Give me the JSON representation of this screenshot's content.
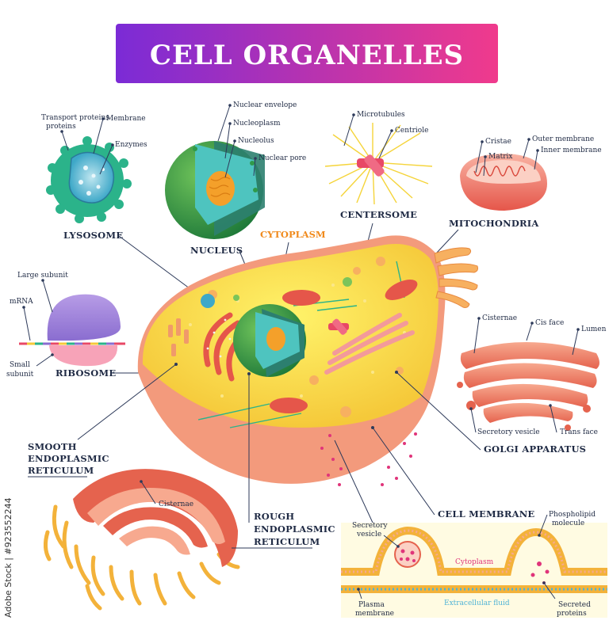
{
  "title": "CELL ORGANELLES",
  "credit": "Adobe Stock | #923552244",
  "colors": {
    "title_left": "#7b2bd6",
    "title_right": "#f03a8c",
    "label": "#1f2a44",
    "cytoplasm_label": "#f08a1c",
    "cell_body": "#f7d64a",
    "cell_membrane": "#f08a62",
    "nucleus_outer": "#2f9a4a",
    "nucleus_inner": "#3fb9b0",
    "extracellular_fluid_label": "#4fb3d6",
    "membrane_cytoplasm_label": "#e0347a"
  },
  "labels": {
    "lysosome": {
      "name": "LYSOSOME",
      "parts": [
        "Transport proteins",
        "Membrane",
        "Enzymes"
      ]
    },
    "nucleus": {
      "name": "NUCLEUS",
      "parts": [
        "Nuclear envelope",
        "Nucleoplasm",
        "Nucleolus",
        "Nuclear pore"
      ]
    },
    "cytoplasm": "CYTOPLASM",
    "centersome": {
      "name": "CENTERSOME",
      "parts": [
        "Microtubules",
        "Centriole"
      ]
    },
    "mitochondria": {
      "name": "MITOCHONDRIA",
      "parts": [
        "Cristae",
        "Matrix",
        "Outer membrane",
        "Inner membrane"
      ]
    },
    "ribosome": {
      "name": "RIBOSOME",
      "parts": [
        "Large subunit",
        "mRNA",
        "Small subunit"
      ]
    },
    "golgi": {
      "name": "GOLGI APPARATUS",
      "parts": [
        "Cisternae",
        "Cis face",
        "Lumen",
        "Secretory vesicle",
        "Trans face"
      ]
    },
    "smooth_er": {
      "name": "SMOOTH ENDOPLASMIC RETICULUM",
      "parts": [
        "Cisternae"
      ]
    },
    "rough_er": "ROUGH ENDOPLASMIC RETICULUM",
    "cell_membrane": {
      "name": "CELL MEMBRANE",
      "parts": [
        "Secretory vesicle",
        "Phospholipid molecule",
        "Cytoplasm",
        "Plasma membrane",
        "Extracellular fluid",
        "Secreted proteins"
      ]
    }
  }
}
